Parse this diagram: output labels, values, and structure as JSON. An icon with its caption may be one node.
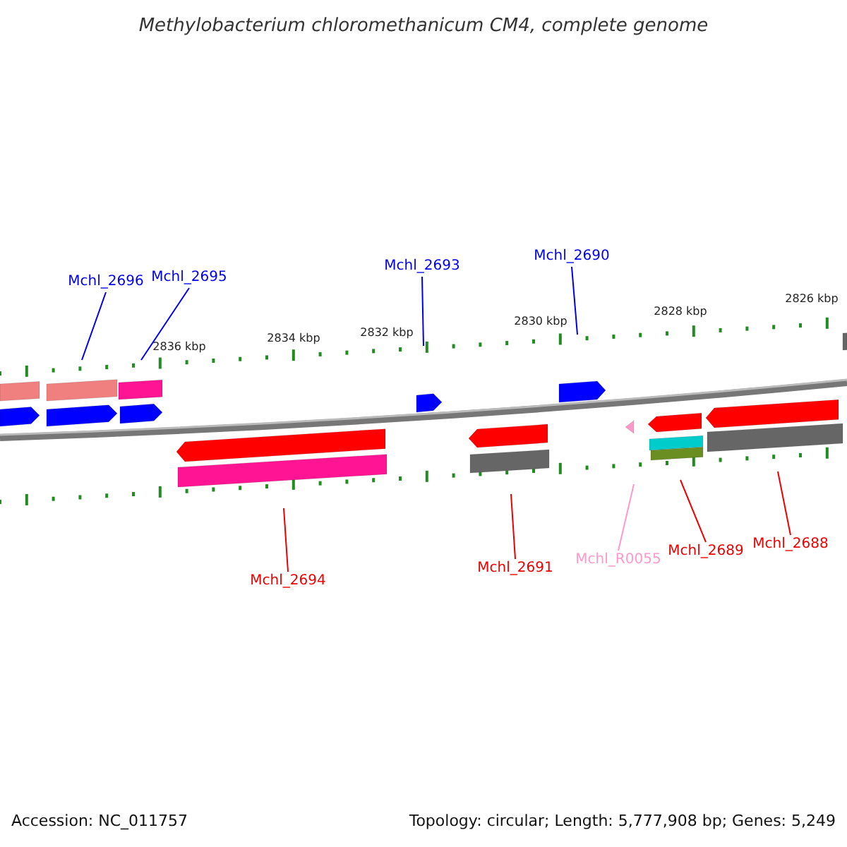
{
  "diagram": {
    "title": "Methylobacterium chloromethanicum CM4, complete genome",
    "nodes": [
      {
        "text": [
          "Mchl_2696"
        ]
      },
      {
        "text": [
          "Mchl_2695"
        ]
      },
      {
        "text": [
          "Mchl_2693"
        ]
      },
      {
        "text": [
          "Mchl_2690"
        ]
      },
      {
        "text": [
          "Mchl_2694"
        ]
      },
      {
        "text": [
          "Mchl_2691"
        ]
      },
      {
        "text": [
          "Mchl_R0055"
        ]
      },
      {
        "text": [
          "Mchl_2689"
        ]
      },
      {
        "text": [
          "Mchl_2688"
        ]
      }
    ],
    "edges": [
      {
        "from": 0,
        "to": null,
        "arrow": "none",
        "color": "#0000ee"
      },
      {
        "from": 1,
        "to": null,
        "arrow": "none",
        "color": "#0000ee"
      },
      {
        "from": 2,
        "to": null,
        "arrow": "none",
        "color": "#0000ee"
      },
      {
        "from": 3,
        "to": null,
        "arrow": "none",
        "color": "#0000ee"
      },
      {
        "from": 4,
        "to": null,
        "arrow": "none",
        "color": "#ee0000"
      },
      {
        "from": 5,
        "to": null,
        "arrow": "none",
        "color": "#ee0000"
      },
      {
        "from": 6,
        "to": null,
        "arrow": "none",
        "color": "#ff99cc"
      },
      {
        "from": 7,
        "to": null,
        "arrow": "none",
        "color": "#ee0000"
      },
      {
        "from": 8,
        "to": null,
        "arrow": "none",
        "color": "#ee0000"
      }
    ],
    "labels": [
      "2836 kbp",
      "2834 kbp",
      "2832 kbp",
      "2830 kbp",
      "2828 kbp",
      "2826 kbp",
      "Accession: NC_011757",
      "Topology: circular; Length: 5,777,908 bp; Genes: 5,249"
    ]
  }
}
